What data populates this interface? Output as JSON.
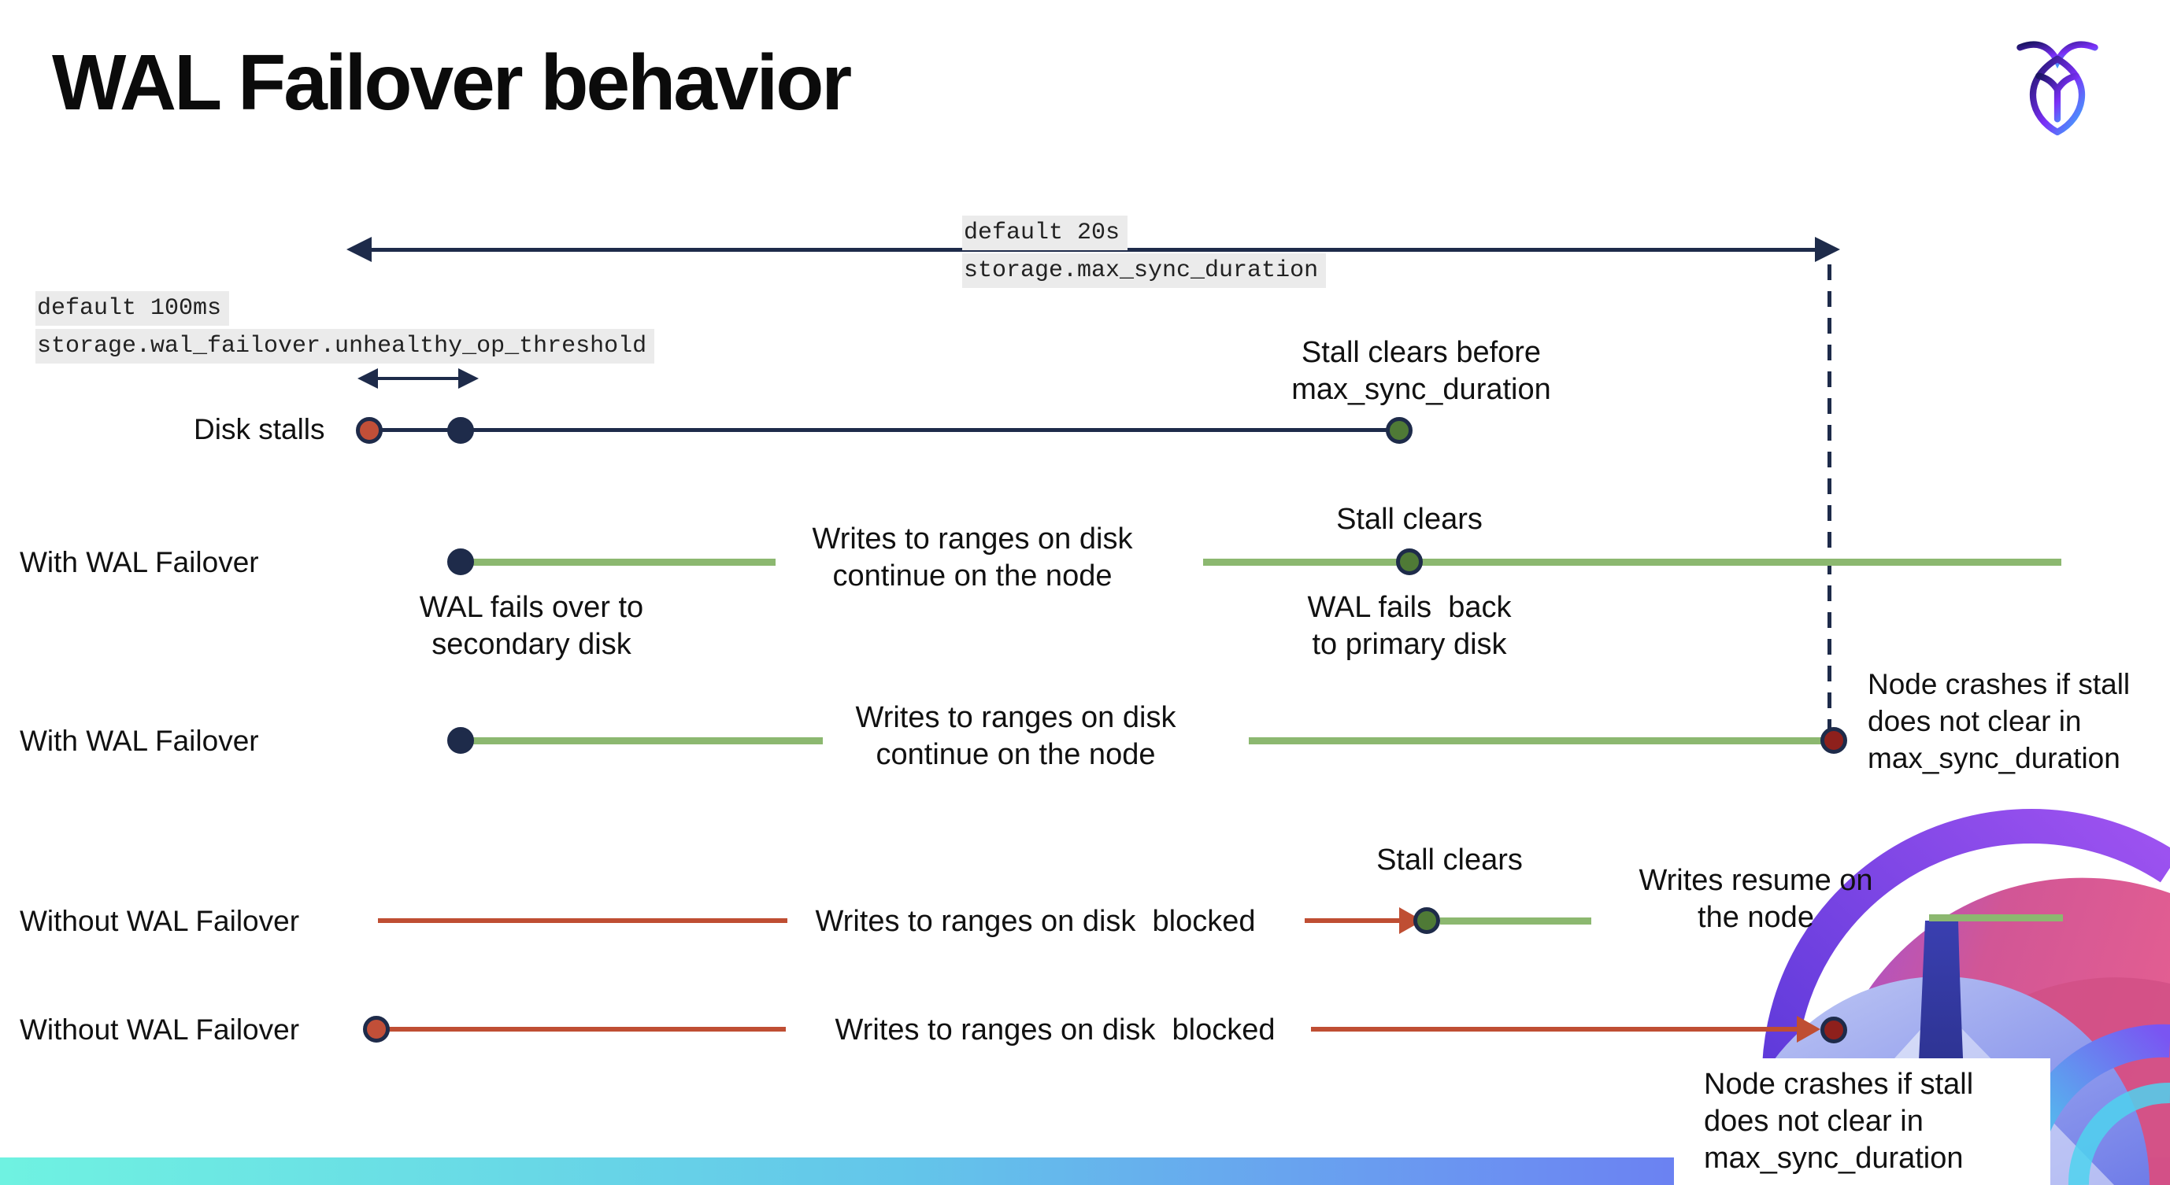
{
  "slide": {
    "title": "WAL Failover behavior"
  },
  "icons": {
    "brand_logo": "cockroachdb-insect-logo",
    "decoration": "cockroach-shell-graphic"
  },
  "settings_labels": {
    "max_sync_duration": {
      "default_line": "default 20s",
      "setting_line": "storage.max_sync_duration"
    },
    "unhealthy_op_threshold": {
      "default_line": "default 100ms",
      "setting_line": "storage.wal_failover.unhealthy_op_threshold"
    }
  },
  "rows": [
    {
      "label": "Disk stalls"
    },
    {
      "label": "With WAL Failover"
    },
    {
      "label": "With WAL Failover"
    },
    {
      "label": "Without WAL Failover"
    },
    {
      "label": "Without WAL Failover"
    }
  ],
  "annotations": {
    "stall_clears_before": "Stall clears before\nmax_sync_duration",
    "wal_fails_over": "WAL fails over to\nsecondary disk",
    "writes_continue_1": "Writes to ranges on disk\ncontinue on the node",
    "stall_clears_1": "Stall clears",
    "wal_fails_back": "WAL fails  back\nto primary disk",
    "writes_continue_2": "Writes to ranges on disk\ncontinue on the node",
    "node_crashes_1": "Node crashes if stall\ndoes not clear in\nmax_sync_duration",
    "writes_blocked_1": "Writes to ranges on disk  blocked",
    "stall_clears_2": "Stall clears",
    "writes_resume": "Writes resume on\nthe node",
    "writes_blocked_2": "Writes to ranges on disk  blocked",
    "node_crashes_2": "Node crashes if stall\ndoes not clear in\nmax_sync_duration"
  },
  "colors": {
    "navy": "#1e2b4a",
    "green_line": "#8cb870",
    "green_dot": "#4f7a36",
    "red_line": "#bf4e33",
    "red_dot": "#c14f38",
    "maroon_dot": "#8e201c",
    "code_highlight_bg": "#ebebeb",
    "bottom_bar_gradient": [
      "#6ff2e1",
      "#63c5ea",
      "#6b8ff2",
      "#6b57f0"
    ],
    "logo_gradient": [
      "#1b1464",
      "#7b2ff7",
      "#38b6ff"
    ]
  }
}
